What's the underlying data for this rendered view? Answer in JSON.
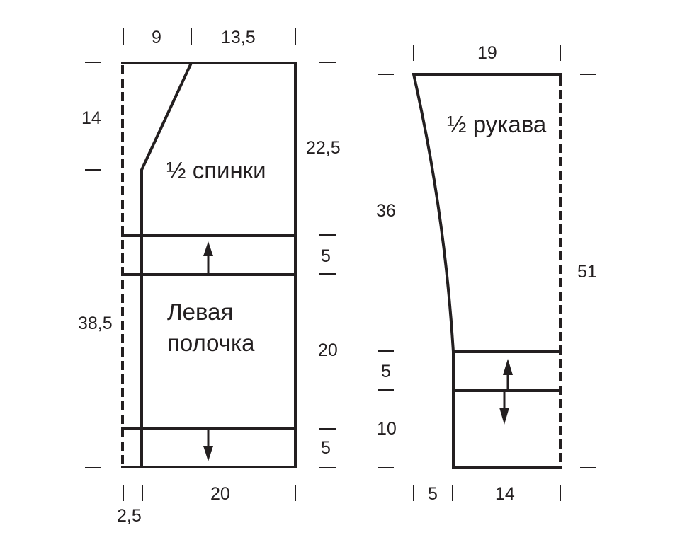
{
  "colors": {
    "line": "#231f20",
    "background": "#ffffff"
  },
  "back_front": {
    "label_back": "½ спинки",
    "label_front_line1": "Левая",
    "label_front_line2": "полочка",
    "dims": {
      "top_left": "9",
      "top_right": "13,5",
      "left_upper": "14",
      "left_total": "38,5",
      "right_upper": "22,5",
      "right_band": "5",
      "right_mid": "20",
      "right_bottom": "5",
      "bottom_width": "20",
      "bottom_edge": "2,5"
    }
  },
  "sleeve": {
    "label": "½ рукава",
    "dims": {
      "top_width": "19",
      "left_length": "36",
      "right_total": "51",
      "left_band": "5",
      "left_bottom": "10",
      "bottom_left": "5",
      "bottom_width": "14"
    }
  }
}
